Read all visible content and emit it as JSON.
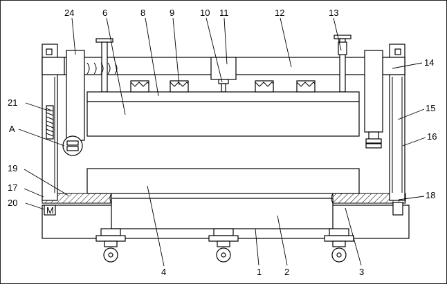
{
  "figure": {
    "part_labels": [
      "1",
      "2",
      "3",
      "4",
      "6",
      "8",
      "9",
      "10",
      "11",
      "12",
      "13",
      "14",
      "15",
      "16",
      "17",
      "18",
      "19",
      "20",
      "21",
      "24",
      "A"
    ],
    "motor_label": "M"
  }
}
